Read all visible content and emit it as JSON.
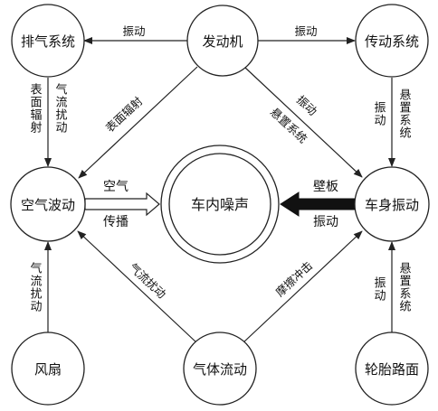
{
  "nodes": {
    "engine": "发动机",
    "exhaust": "排气系统",
    "transmission": "传动系统",
    "air_wave": "空气波动",
    "cabin_noise": "车内噪声",
    "body_vibration": "车身振动",
    "fan": "风扇",
    "gas_flow": "气体流动",
    "tire_road": "轮胎路面"
  },
  "edges": {
    "engine_to_exhaust": "振动",
    "engine_to_transmission": "振动",
    "exhaust_to_air": [
      "表面辐射",
      "气流扰动"
    ],
    "engine_to_air": "表面辐射",
    "engine_to_body": [
      "振动",
      "悬置系统"
    ],
    "transmission_to_body": [
      "振动",
      "悬置系统"
    ],
    "air_to_cabin": [
      "空气",
      "传播"
    ],
    "body_to_cabin": [
      "壁板",
      "振动"
    ],
    "fan_to_air": "气流扰动",
    "gasflow_to_air": "气流扰动",
    "gasflow_to_body": "摩擦冲击",
    "tire_to_body": [
      "振动",
      "悬置系统"
    ]
  }
}
